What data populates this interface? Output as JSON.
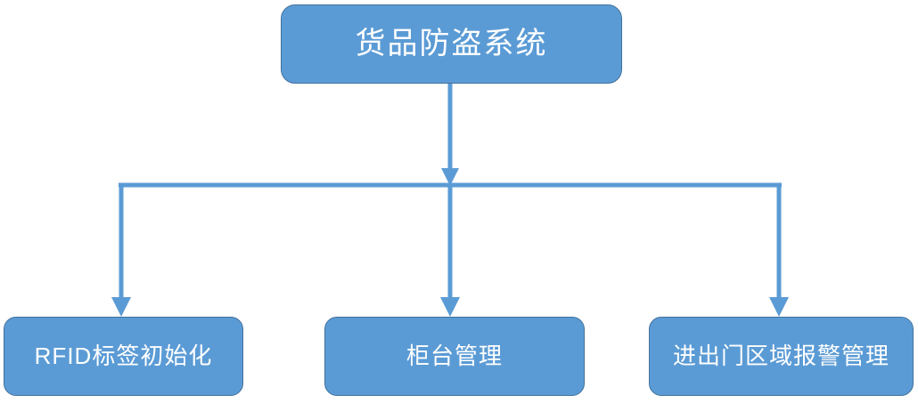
{
  "diagram": {
    "type": "org-chart",
    "orientation": "top-down",
    "colors": {
      "node_fill": "#5B9BD5",
      "node_border": "#41719C",
      "node_text": "#FFFFFF",
      "connector": "#5B9BD5",
      "background": "#FFFFFF"
    },
    "root": {
      "label": "货品防盗系统"
    },
    "children": [
      {
        "label": "RFID标签初始化"
      },
      {
        "label": "柜台管理"
      },
      {
        "label": "进出门区域报警管理"
      }
    ]
  }
}
